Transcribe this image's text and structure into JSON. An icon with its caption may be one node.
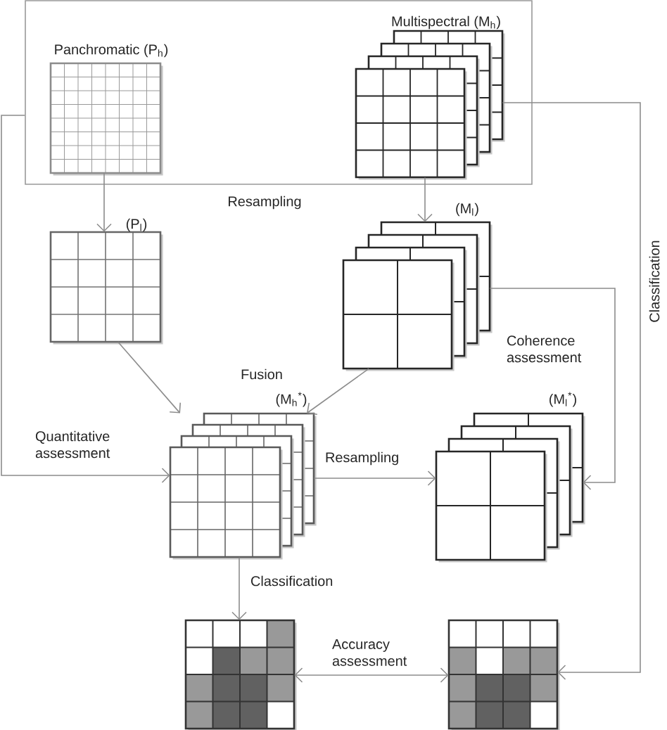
{
  "diagram": {
    "nodes": [
      {
        "text": [],
        "shape": "box"
      },
      {
        "text": [
          "Panchromatic (P$_{h}$)"
        ],
        "in": 0
      },
      {
        "text": [
          "Multispectral (M$_{h}$)"
        ],
        "in": 0
      },
      {
        "text": [
          "(P$_{l}$)"
        ]
      },
      {
        "text": [
          "(M$_{l}$)"
        ]
      },
      {
        "text": [
          "(M$_{h}$$^{*}$)"
        ]
      },
      {
        "text": [
          "(M$_{l}$$^{*}$)"
        ]
      },
      {
        "text": [],
        "shape": "grid"
      },
      {
        "text": [],
        "shape": "grid"
      }
    ],
    "edges": [
      {
        "from": 1,
        "to": 3,
        "arrow": "to"
      },
      {
        "from": 2,
        "to": 4,
        "arrow": "to"
      },
      {
        "from": 3,
        "to": 5,
        "arrow": "to"
      },
      {
        "from": 4,
        "to": 5,
        "arrow": "to"
      },
      {
        "from": 0,
        "to": 5,
        "arrow": "to",
        "label": "Quantitative assessment"
      },
      {
        "from": 5,
        "to": 6,
        "arrow": "to",
        "label": "Resampling"
      },
      {
        "from": 4,
        "to": 6,
        "arrow": "to",
        "label": "Coherence assessment"
      },
      {
        "from": 2,
        "to": 8,
        "arrow": "to",
        "label": "Classification"
      },
      {
        "from": 5,
        "to": 7,
        "arrow": "to",
        "label": "Classification"
      },
      {
        "from": 7,
        "to": 8,
        "arrow": "both",
        "label": "Accuracy assessment"
      }
    ],
    "labels": [
      "Resampling",
      "Fusion"
    ]
  }
}
